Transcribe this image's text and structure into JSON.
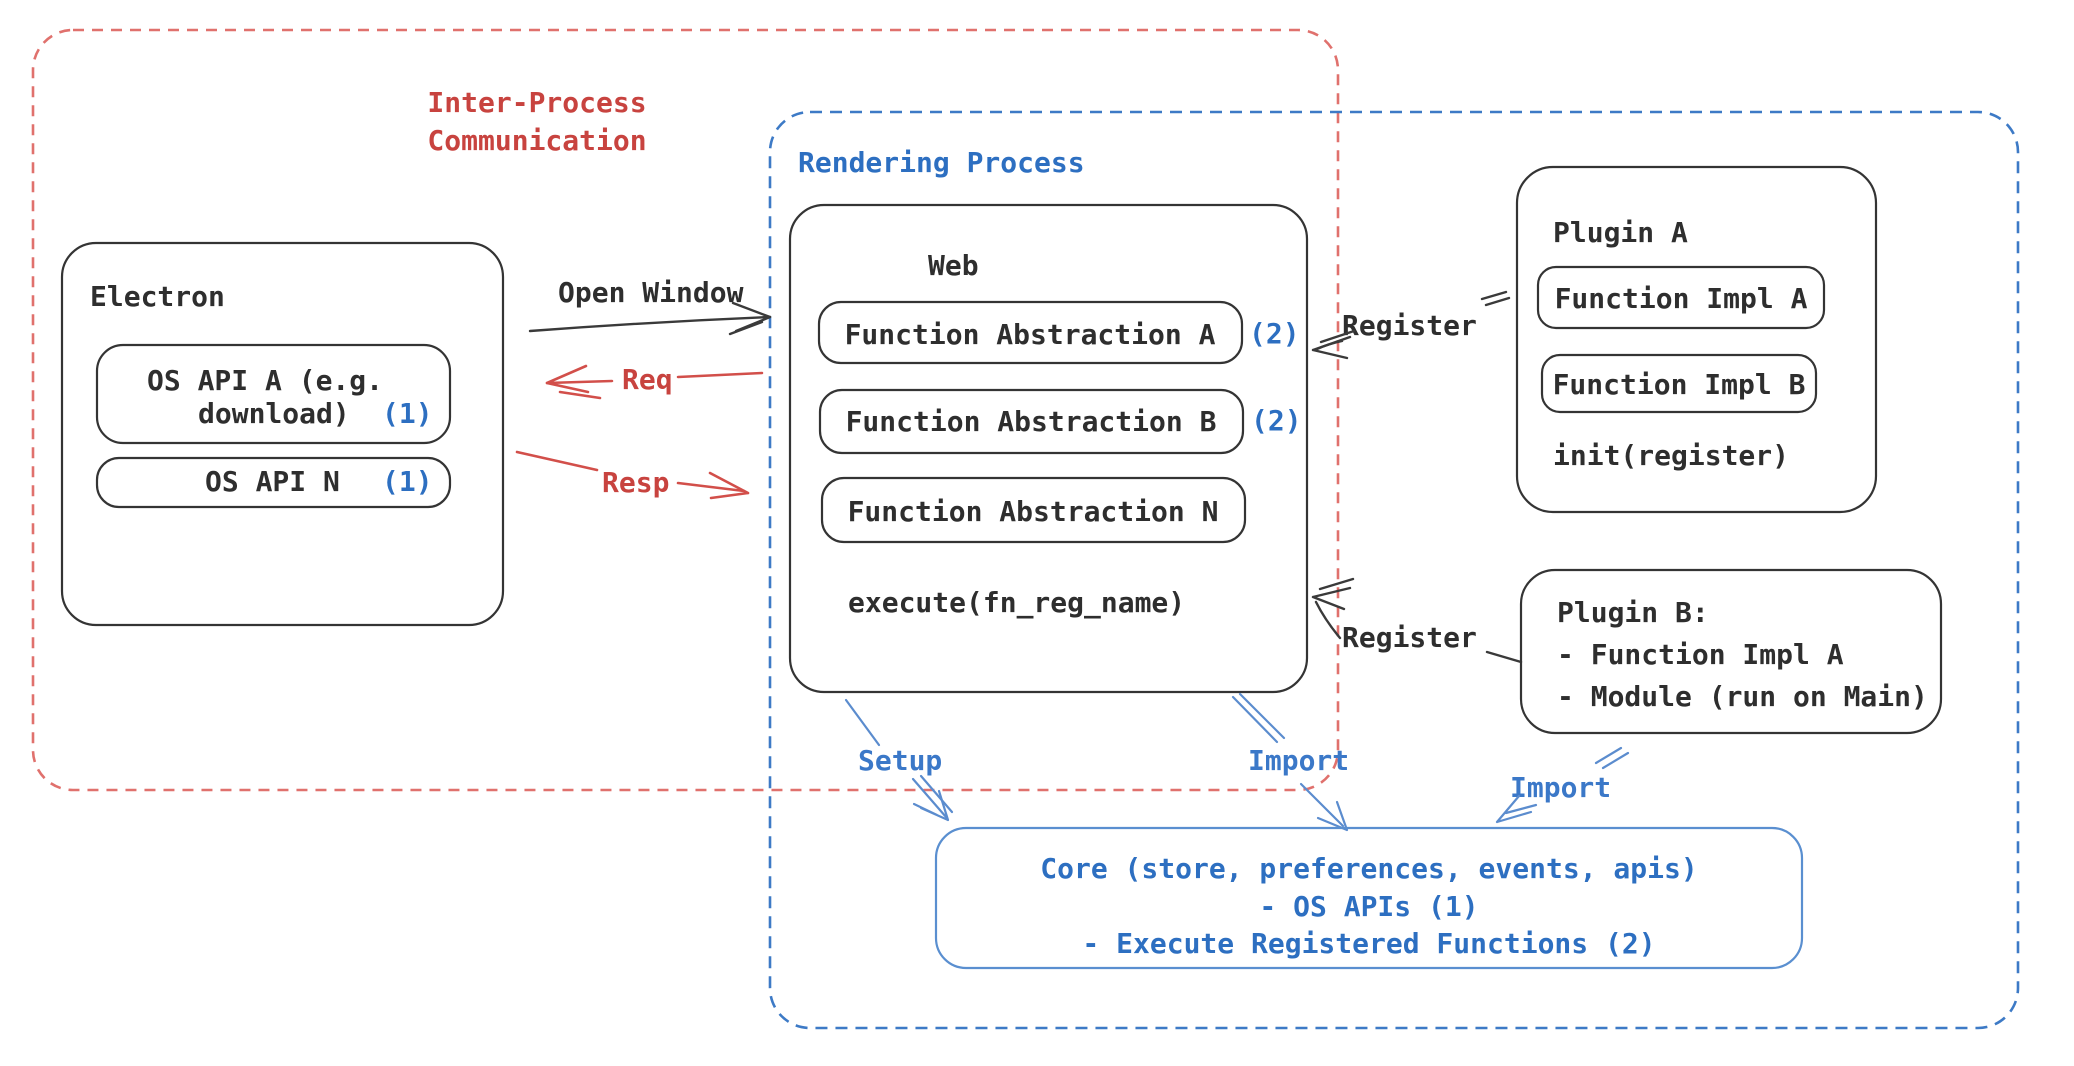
{
  "colors": {
    "ink": "#2e2e2e",
    "red_text": "#c8433f",
    "red_dash_border": "#e0716d",
    "red_arrow": "#d24f4a",
    "blue_text": "#2d6fc1",
    "blue_dash_border": "#3d7ac6",
    "blue_arrow": "#5b8cce",
    "core_border": "#5a8fd0",
    "background": "#ffffff"
  },
  "ipc_region": {
    "label_line1": "Inter-Process",
    "label_line2": "Communication"
  },
  "rendering_region": {
    "label": "Rendering Process"
  },
  "electron": {
    "title": "Electron",
    "os_api_a": {
      "line1": "OS API A (e.g.",
      "line2": "download)",
      "badge": "(1)"
    },
    "os_api_n": {
      "label": "OS API N",
      "badge": "(1)"
    }
  },
  "web": {
    "title": "Web",
    "fn_a": {
      "label": "Function Abstraction A",
      "badge": "(2)"
    },
    "fn_b": {
      "label": "Function Abstraction B",
      "badge": "(2)"
    },
    "fn_n": {
      "label": "Function Abstraction N"
    },
    "execute": "execute(fn_reg_name)"
  },
  "plugin_a": {
    "title": "Plugin A",
    "impl_a": "Function Impl A",
    "impl_b": "Function Impl B",
    "init": "init(register)"
  },
  "plugin_b": {
    "line1": "Plugin B:",
    "line2": "- Function Impl A",
    "line3": "- Module (run on Main)"
  },
  "core": {
    "line1": "Core (store, preferences, events, apis)",
    "line2": "- OS APIs (1)",
    "line3": "- Execute Registered Functions (2)"
  },
  "arrows": {
    "open_window": "Open Window",
    "req": "Req",
    "resp": "Resp",
    "register_plugin_a": "Register",
    "register_plugin_b": "Register",
    "setup": "Setup",
    "import_web": "Import",
    "import_plugin_b": "Import"
  }
}
